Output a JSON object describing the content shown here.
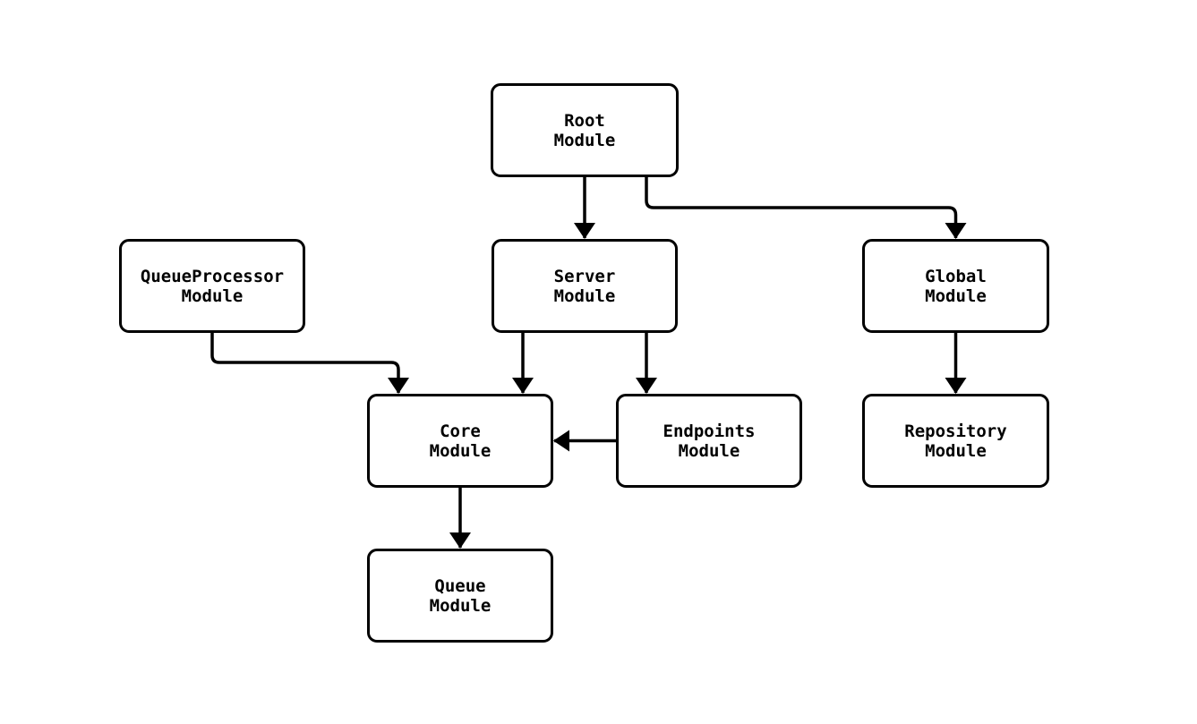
{
  "diagram": {
    "type": "module-dependency-flowchart",
    "colors": {
      "background": "#ffffff",
      "node_fill": "#ffffff",
      "stroke": "#000000",
      "text": "#000000"
    },
    "nodes": [
      {
        "id": "root",
        "label": "Root\nModule"
      },
      {
        "id": "queueprocessor",
        "label": "QueueProcessor\nModule"
      },
      {
        "id": "server",
        "label": "Server\nModule"
      },
      {
        "id": "global",
        "label": "Global\nModule"
      },
      {
        "id": "core",
        "label": "Core\nModule"
      },
      {
        "id": "endpoints",
        "label": "Endpoints\nModule"
      },
      {
        "id": "repository",
        "label": "Repository\nModule"
      },
      {
        "id": "queue",
        "label": "Queue\nModule"
      }
    ],
    "edges": [
      {
        "from": "root",
        "to": "server"
      },
      {
        "from": "root",
        "to": "global"
      },
      {
        "from": "queueprocessor",
        "to": "core"
      },
      {
        "from": "server",
        "to": "core"
      },
      {
        "from": "server",
        "to": "endpoints"
      },
      {
        "from": "endpoints",
        "to": "core"
      },
      {
        "from": "global",
        "to": "repository"
      },
      {
        "from": "core",
        "to": "queue"
      }
    ]
  }
}
